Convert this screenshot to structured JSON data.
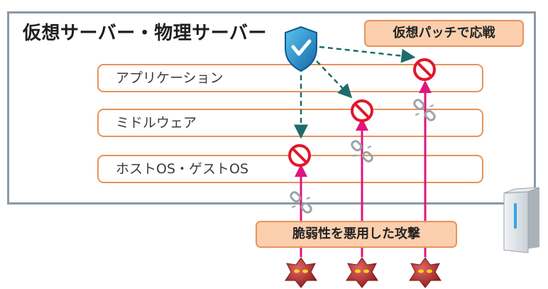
{
  "title": "仮想サーバー・物理サーバー",
  "patch_label": "仮想パッチで応戦",
  "attack_label": "脆弱性を悪用した攻撃",
  "layers": [
    {
      "label": "アプリケーション"
    },
    {
      "label": "ミドルウェア"
    },
    {
      "label": "ホストOS・ゲストOS"
    }
  ],
  "colors": {
    "frame": "#8c98a3",
    "layer_border": "#e8935a",
    "label_fill": "#fbcfae",
    "attack_line": "#e0157c",
    "shield_arrow": "#1f6b6b",
    "block_sign": "#e0182a",
    "shield": "#1a88c8",
    "monster": "#b62c2c"
  },
  "icons": [
    "shield-check-icon",
    "block-sign-icon",
    "broken-chain-icon",
    "monster-icon",
    "server-tower-icon"
  ]
}
